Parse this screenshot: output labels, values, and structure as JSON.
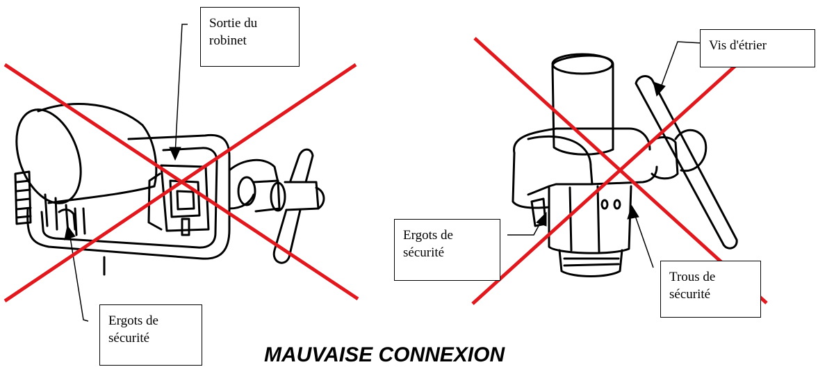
{
  "title": "MAUVAISE CONNEXION",
  "labels": {
    "left_outlet": "Sortie du\nrobinet",
    "left_pins": "Ergots de\nsécurité",
    "right_screw": "Vis d'étrier",
    "right_pins": "Ergots de\nsécurité",
    "right_holes": "Trous de\nsécurité"
  },
  "colors": {
    "cross": "#e0191f",
    "line": "#000000"
  }
}
